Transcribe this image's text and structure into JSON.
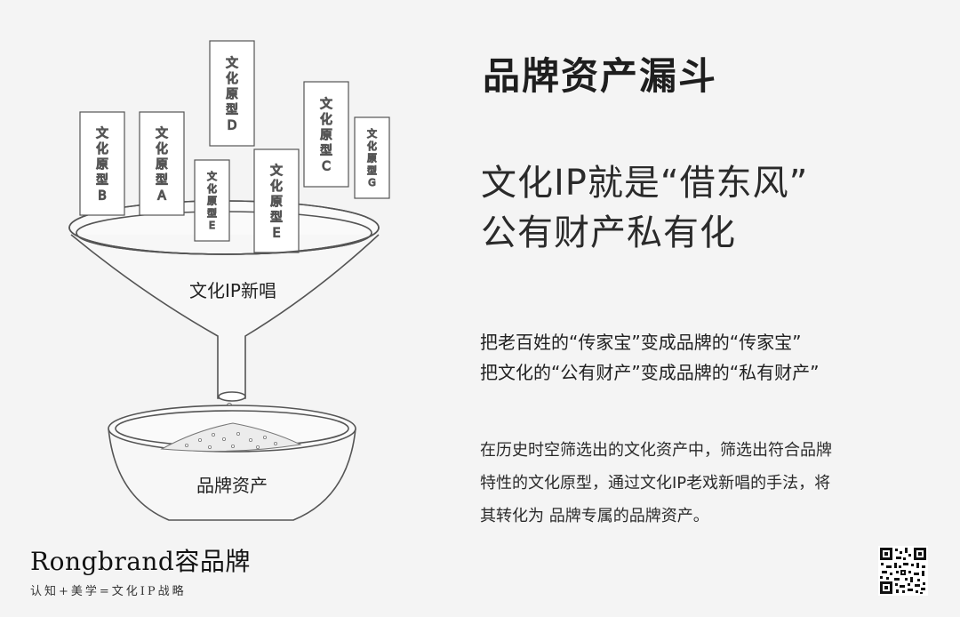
{
  "diagram": {
    "cards": [
      {
        "id": "B",
        "text": "文化原型B"
      },
      {
        "id": "A",
        "text": "文化原型A"
      },
      {
        "id": "D",
        "text": "文化原型D"
      },
      {
        "id": "E-small",
        "text": "文化原型E"
      },
      {
        "id": "E",
        "text": "文化原型E"
      },
      {
        "id": "C",
        "text": "文化原型C"
      },
      {
        "id": "G",
        "text": "文化原型G"
      }
    ],
    "funnel_label": "文化IP新唱",
    "bowl_label": "品牌资产"
  },
  "title": "品牌资产漏斗",
  "headline": {
    "line1": "文化IP就是“借东风”",
    "line2": "公有财产私有化"
  },
  "statement": {
    "line1": "把老百姓的“传家宝”变成品牌的“传家宝”",
    "line2": "把文化的“公有财产”变成品牌的“私有财产”"
  },
  "body": {
    "line1": "在历史时空筛选出的文化资产中，筛选出符合品牌",
    "line2": "特性的文化原型，通过文化IP老戏新唱的手法，将",
    "line3": "其转化为 品牌专属的品牌资产。"
  },
  "brand": {
    "name": "Rongbrand容品牌",
    "tagline": "认知+美学=文化IP战略"
  },
  "icons": {
    "qr": "qr-code-icon"
  }
}
